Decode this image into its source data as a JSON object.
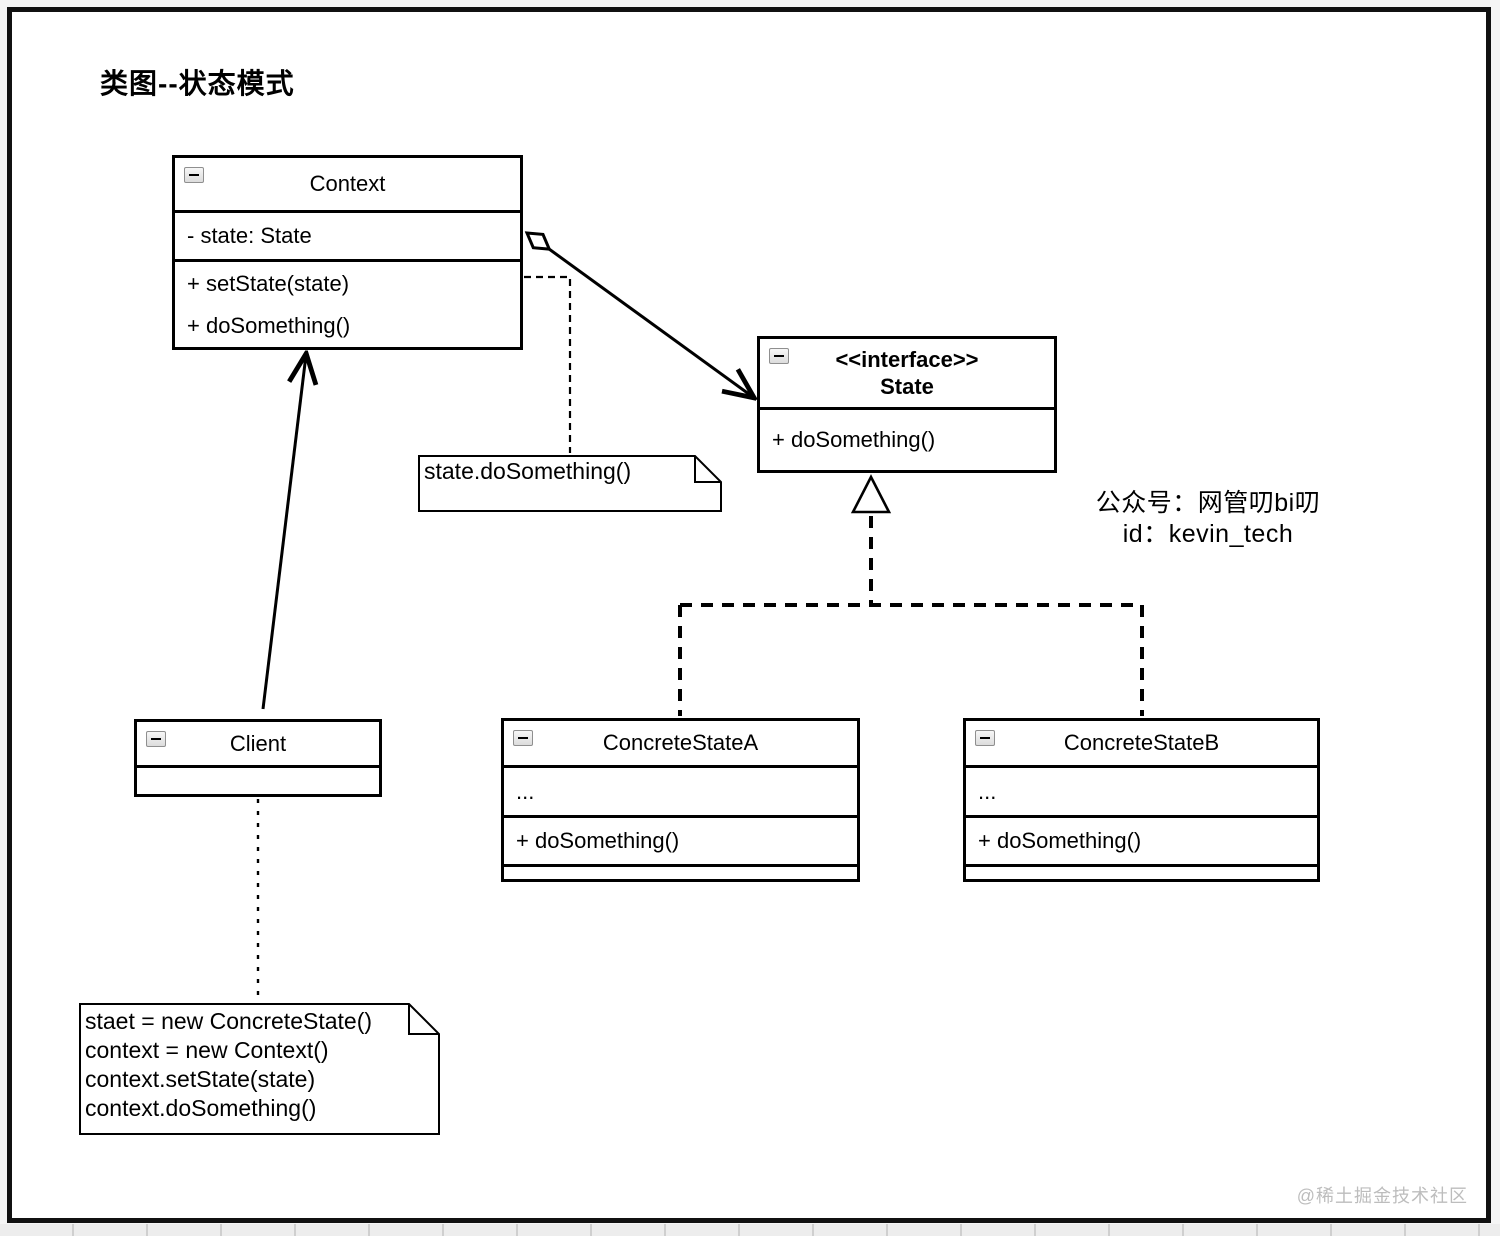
{
  "page": {
    "title": "类图--状态模式",
    "watermark": "@稀土掘金技术社区",
    "annotation": {
      "line1": "公众号：网管叨bi叨",
      "line2": "id：kevin_tech"
    }
  },
  "icons": {
    "collapse": "minus-square"
  },
  "colors": {
    "stroke": "#000000",
    "shape_fill": "#ffffff",
    "watermark": "#bdbdbd",
    "collapse_fill": "#e4e4e4"
  },
  "classes": {
    "context": {
      "name": "Context",
      "attributes": [
        "- state: State"
      ],
      "methods": [
        "+ setState(state)",
        "+ doSomething()"
      ]
    },
    "state": {
      "stereotype": "<<interface>>",
      "name": "State",
      "methods": [
        "+ doSomething()"
      ]
    },
    "client": {
      "name": "Client"
    },
    "concreteStateA": {
      "name": "ConcreteStateA",
      "attributes": [
        "..."
      ],
      "methods": [
        "+ doSomething()"
      ]
    },
    "concreteStateB": {
      "name": "ConcreteStateB",
      "attributes": [
        "..."
      ],
      "methods": [
        "+ doSomething()"
      ]
    }
  },
  "notes": {
    "state_call": {
      "lines": [
        "state.doSomething()"
      ]
    },
    "client_code": {
      "lines": [
        "staet = new ConcreteState()",
        "context = new Context()",
        "context.setState(state)",
        "context.doSomething()"
      ]
    }
  },
  "relations": {
    "aggregation": "Context ◇→ State",
    "client_association": "Client → Context",
    "realizationA": "ConcreteStateA ▷ State",
    "realizationB": "ConcreteStateB ▷ State"
  }
}
